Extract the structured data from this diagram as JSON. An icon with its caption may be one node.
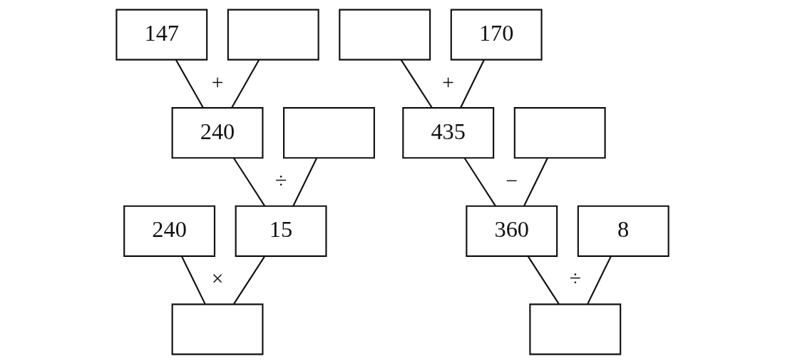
{
  "diagram": {
    "nodes": [
      {
        "text": [
          "147"
        ]
      },
      {
        "text": [],
        "shape": "box"
      },
      {
        "text": [
          "240"
        ]
      },
      {
        "text": [],
        "shape": "box"
      },
      {
        "text": [
          "240"
        ]
      },
      {
        "text": [
          "15"
        ]
      },
      {
        "text": [],
        "shape": "box"
      },
      {
        "text": [],
        "shape": "box"
      },
      {
        "text": [
          "170"
        ]
      },
      {
        "text": [
          "435"
        ]
      },
      {
        "text": [],
        "shape": "box"
      },
      {
        "text": [
          "360"
        ]
      },
      {
        "text": [
          "8"
        ]
      },
      {
        "text": [],
        "shape": "box"
      }
    ],
    "edges": [
      {
        "from": 0,
        "to": 2,
        "arrow": "none"
      },
      {
        "from": 1,
        "to": 2,
        "arrow": "none"
      },
      {
        "from": 2,
        "to": 5,
        "arrow": "none"
      },
      {
        "from": 3,
        "to": 5,
        "arrow": "none"
      },
      {
        "from": 4,
        "to": 6,
        "arrow": "none"
      },
      {
        "from": 5,
        "to": 6,
        "arrow": "none"
      },
      {
        "from": 7,
        "to": 9,
        "arrow": "none"
      },
      {
        "from": 8,
        "to": 9,
        "arrow": "none"
      },
      {
        "from": 9,
        "to": 11,
        "arrow": "none"
      },
      {
        "from": 10,
        "to": 11,
        "arrow": "none"
      },
      {
        "from": 11,
        "to": 13,
        "arrow": "none"
      },
      {
        "from": 12,
        "to": 13,
        "arrow": "none"
      }
    ],
    "labels": [
      "+",
      "÷",
      "×",
      "+",
      "−",
      "÷"
    ]
  }
}
